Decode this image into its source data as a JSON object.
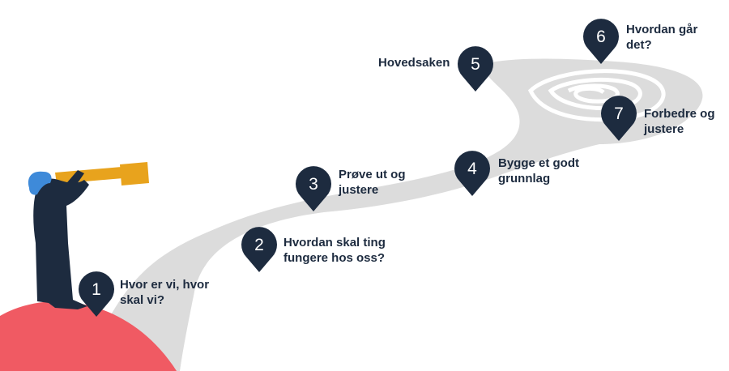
{
  "colors": {
    "road": "#dcdcdc",
    "road_edge": "#ffffff",
    "pin": "#1d2b3f",
    "pin_text": "#ffffff",
    "label_text": "#1d2b3f",
    "hill": "#f05a63",
    "figure": "#1d2b3f",
    "hair": "#3e8ad9",
    "telescope": "#e8a31d"
  },
  "figure": {
    "name": "person-with-telescope",
    "icon": "telescope-icon"
  },
  "steps": [
    {
      "number": "1",
      "label": "Hvor er vi, hvor\nskal vi?"
    },
    {
      "number": "2",
      "label": "Hvordan skal ting\nfungere hos oss?"
    },
    {
      "number": "3",
      "label": "Prøve ut og\njustere"
    },
    {
      "number": "4",
      "label": "Bygge et godt\ngrunnlag"
    },
    {
      "number": "5",
      "label": "Hovedsaken"
    },
    {
      "number": "6",
      "label": "Hvordan går\ndet?"
    },
    {
      "number": "7",
      "label": "Forbedre og\njustere"
    }
  ]
}
